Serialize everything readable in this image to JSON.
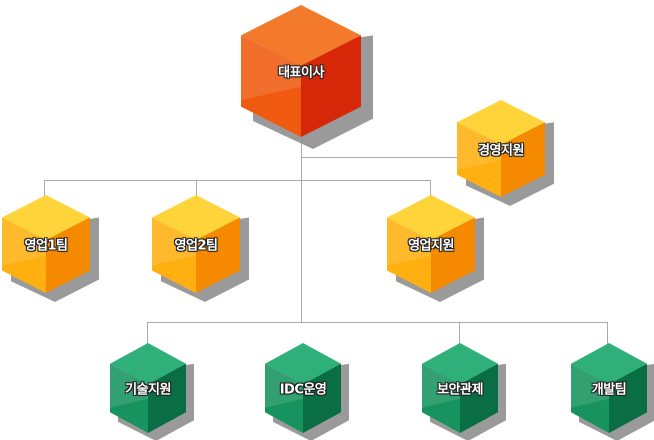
{
  "nodes": [
    {
      "id": "ceo",
      "label": "대표이사",
      "color": "red"
    },
    {
      "id": "mgmt",
      "label": "경영지원",
      "color": "orange"
    },
    {
      "id": "sales1",
      "label": "영업1팀",
      "color": "orange"
    },
    {
      "id": "sales2",
      "label": "영업2팀",
      "color": "orange"
    },
    {
      "id": "salessupport",
      "label": "영업지원",
      "color": "orange"
    },
    {
      "id": "tech",
      "label": "기술지원",
      "color": "green"
    },
    {
      "id": "idc",
      "label": "IDC운영",
      "color": "green"
    },
    {
      "id": "security",
      "label": "보안관제",
      "color": "green"
    },
    {
      "id": "dev",
      "label": "개발팀",
      "color": "green"
    }
  ],
  "palette": {
    "red": {
      "top": "#f27a2a",
      "left": "#f05a10",
      "right": "#d62808"
    },
    "orange": {
      "top": "#ffd43a",
      "left": "#ffb010",
      "right": "#f58a00"
    },
    "green": {
      "top": "#2fb07a",
      "left": "#16935e",
      "right": "#0a6e44"
    },
    "line": "#aaaaaa",
    "shadow": "#9a9a9a"
  }
}
